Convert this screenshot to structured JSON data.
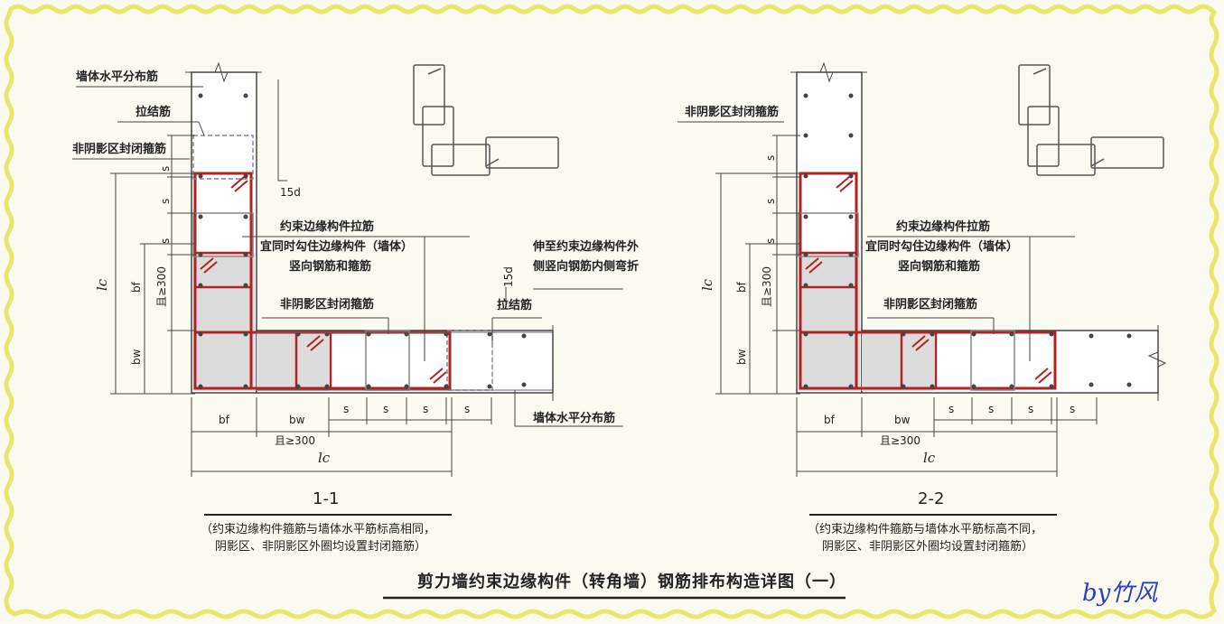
{
  "title": "剪力墙约束边缘构件（转角墙）钢筋排布构造详图（一）",
  "signature": "by竹风",
  "colors": {
    "background": "#fbfaf1",
    "frame": "#e9e66a",
    "rebar_red": "#b22222",
    "concrete": "#dcdcdc",
    "line": "#333333"
  },
  "section_1_1": {
    "label": "1-1",
    "note_line1": "（约束边缘构件箍筋与墙体水平筋标高相同，",
    "note_line2": "阴影区、非阴影区外圈均设置封闭箍筋）",
    "labels": {
      "wall_horizontal_top": "墙体水平分布筋",
      "tie_top": "拉结筋",
      "non_shadow_hoop_top": "非阴影区封闭箍筋",
      "edge_tie": "约束边缘构件拉筋",
      "hook_note_1": "宜同时勾住边缘构件（墙体）",
      "hook_note_2": "竖向钢筋和箍筋",
      "non_shadow_hoop_mid": "非阴影区封闭箍筋",
      "tie_right": "拉结筋",
      "extend_note_1": "伸至约束边缘构件外",
      "extend_note_2": "侧竖向钢筋内侧弯折",
      "wall_horizontal_bottom": "墙体水平分布筋",
      "len_15d_a": "15d",
      "len_15d_b": "15d"
    },
    "dims": {
      "s": "s",
      "lc": "lc",
      "bf": "bf",
      "bw": "bw",
      "ge300": "且≥300"
    }
  },
  "section_2_2": {
    "label": "2-2",
    "note_line1": "（约束边缘构件箍筋与墙体水平筋标高不同，",
    "note_line2": "阴影区、非阴影区外圈均设置封闭箍筋）",
    "labels": {
      "non_shadow_hoop_top": "非阴影区封闭箍筋",
      "edge_tie": "约束边缘构件拉筋",
      "hook_note_1": "宜同时勾住边缘构件（墙体）",
      "hook_note_2": "竖向钢筋和箍筋",
      "non_shadow_hoop_mid": "非阴影区封闭箍筋"
    },
    "dims": {
      "s": "s",
      "lc": "lc",
      "bf": "bf",
      "bw": "bw",
      "ge300": "且≥300"
    }
  }
}
